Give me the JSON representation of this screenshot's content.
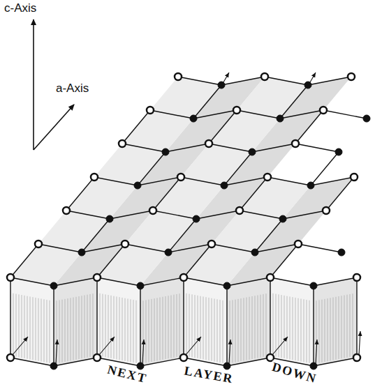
{
  "diagram": {
    "labels": [
      "c-Axis",
      "a-Axis",
      "NEXT",
      "LAYER",
      "DOWN"
    ]
  }
}
